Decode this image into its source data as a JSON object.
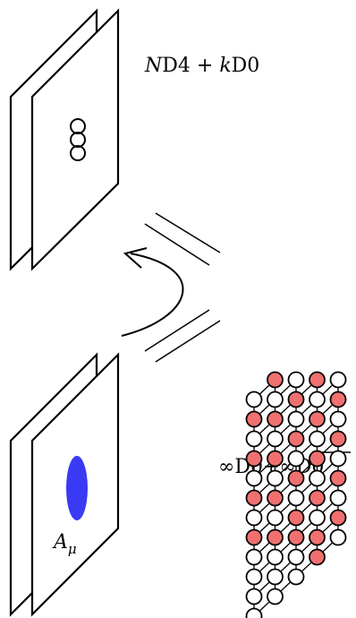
{
  "labels": {
    "top_text": "ND4 + kD0",
    "top_N": "N",
    "top_rest": "D4 + ",
    "top_k": "k",
    "top_tail": "D0",
    "bottom_left": "∞D0+∞",
    "bottom_overline": "D0",
    "gauge": "A",
    "gauge_sub": "μ"
  },
  "colors": {
    "filled": "#f07070",
    "empty": "#ffffff",
    "stroke": "#000000",
    "blob": "#3a3af5"
  },
  "lattice": {
    "rows": [
      [
        "empty",
        "empty",
        "empty",
        "filled",
        "empty"
      ],
      [
        "empty",
        "empty",
        "empty",
        "filled",
        "filled"
      ],
      [
        "empty",
        "empty",
        "filled",
        "empty",
        "empty"
      ],
      [
        "empty",
        "filled",
        "filled",
        "filled",
        "filled"
      ],
      [
        "filled",
        "empty",
        "empty",
        "empty",
        "empty"
      ],
      [
        "empty",
        "filled",
        "filled",
        "filled",
        "filled"
      ],
      [
        "filled",
        "empty",
        "empty",
        "empty",
        "empty"
      ],
      [
        "empty",
        "filled",
        "filled",
        "filled",
        "filled"
      ],
      [
        "filled",
        "empty",
        "empty",
        "empty",
        "empty"
      ],
      [
        "empty",
        "filled",
        "filled",
        "filled",
        ""
      ],
      [
        "filled",
        "empty",
        "empty",
        "",
        ""
      ],
      [
        "empty",
        "filled",
        "",
        "",
        ""
      ]
    ]
  }
}
